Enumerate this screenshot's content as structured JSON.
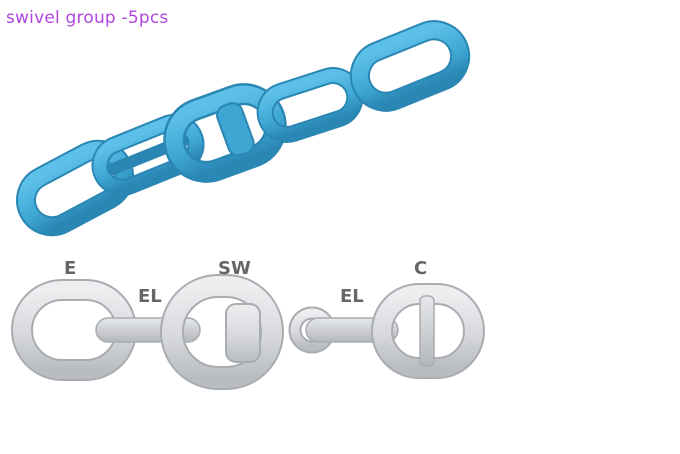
{
  "title": "swivel group -5pcs",
  "colors": {
    "title": "#b046e0",
    "chain_blue": "#3ea6d3",
    "chain_gray": "#d7d9dc",
    "label": "#666666"
  },
  "labels": {
    "e": "E",
    "el_left": "EL",
    "sw": "SW",
    "el_right": "EL",
    "c": "C"
  }
}
